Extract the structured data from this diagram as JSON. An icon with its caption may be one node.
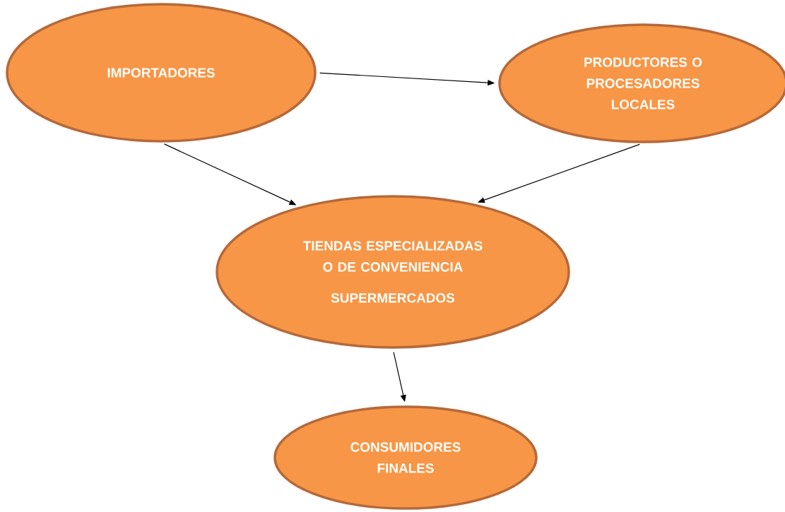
{
  "diagram": {
    "nodes": [
      {
        "text": [
          "IMPORTADORES"
        ]
      },
      {
        "text": [
          "PRODUCTORES O PROCESADORES LOCALES"
        ]
      },
      {
        "text": [
          "TIENDAS ESPECIALIZADAS O DE CONVENIENCIA",
          "SUPERMERCADOS"
        ]
      },
      {
        "text": [
          "CONSUMIDORES FINALES"
        ]
      }
    ],
    "edges": [
      {
        "from": 0,
        "to": 1,
        "arrow": "to"
      },
      {
        "from": 0,
        "to": 2,
        "arrow": "to"
      },
      {
        "from": 1,
        "to": 2,
        "arrow": "to"
      },
      {
        "from": 2,
        "to": 3,
        "arrow": "to"
      }
    ]
  }
}
